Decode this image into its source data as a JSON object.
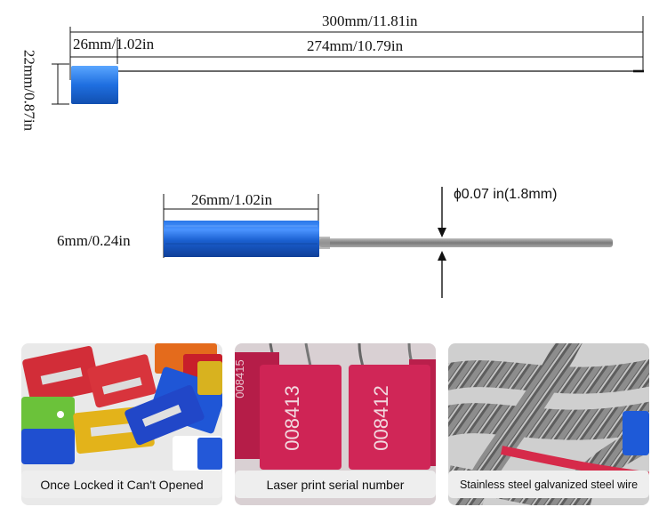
{
  "top_diagram": {
    "total_length": "300mm/11.81in",
    "head_length": "26mm/1.02in",
    "cable_length": "274mm/10.79in",
    "head_height": "22mm/0.87in"
  },
  "mid_diagram": {
    "head_length": "26mm/1.02in",
    "head_width": "6mm/0.24in",
    "cable_diameter": "ɸ0.07 in(1.8mm)"
  },
  "photos": [
    {
      "caption": "Once Locked it Can't Opened"
    },
    {
      "caption": "Laser print serial number",
      "serials": [
        "008413",
        "008412",
        "008415"
      ]
    },
    {
      "caption": "Stainless steel galvanized steel wire"
    }
  ],
  "colors": {
    "seal_blue": "#1f6fe0",
    "seal_red": "#c8244c",
    "cable_gray": "#8a8a8a"
  }
}
